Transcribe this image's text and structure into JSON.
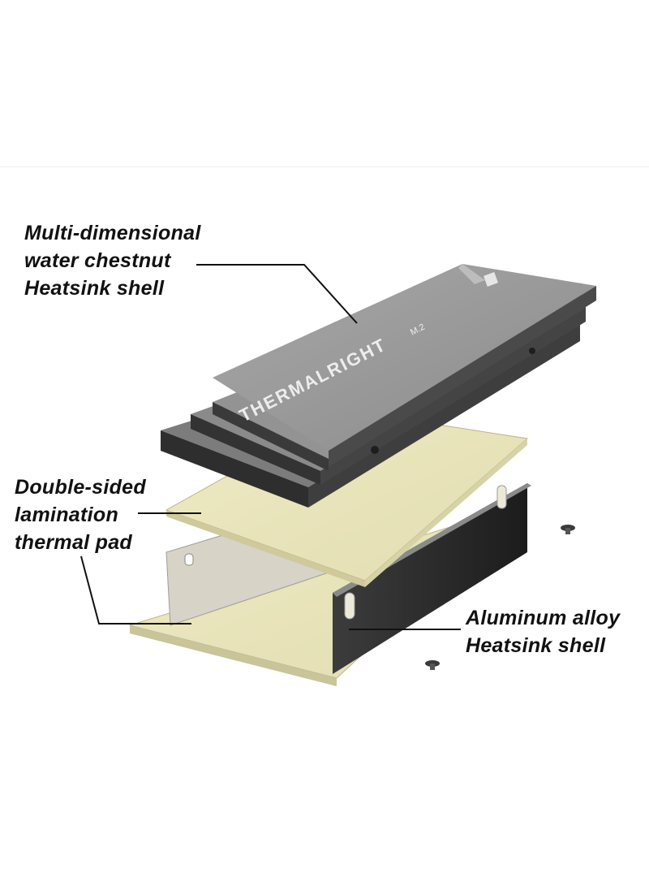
{
  "image": {
    "description_colors": {
      "background": "#ffffff",
      "heatsink_top": "#9a9a9a",
      "heatsink_side": "#3a3a3a",
      "thermal_pad": "#e7e3b8",
      "aluminum_shell": "#2a2a2a"
    }
  },
  "product": {
    "brand_mark": "THERMALRIGHT",
    "model_mark": "M.2"
  },
  "callouts": {
    "top": {
      "line1": "Multi-dimensional",
      "line2": "water chestnut",
      "line3": "Heatsink shell"
    },
    "middle": {
      "line1": "Double-sided",
      "line2": "lamination",
      "line3": "thermal pad"
    },
    "right": {
      "line1": "Aluminum alloy",
      "line2": "Heatsink shell"
    }
  }
}
